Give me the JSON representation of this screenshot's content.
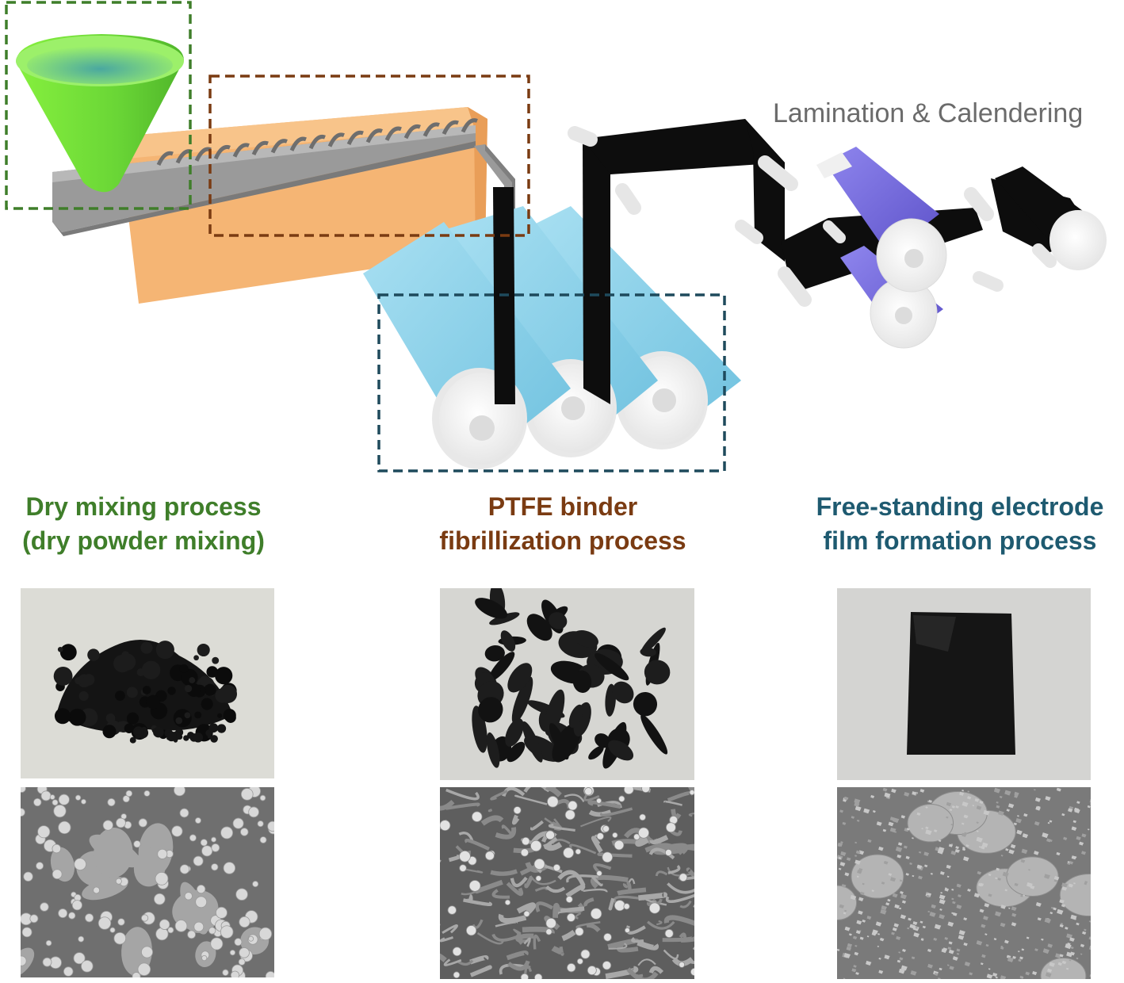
{
  "process_label": "Lamination & Calendering",
  "stages": [
    {
      "line1": "Dry mixing process",
      "line2": "(dry powder mixing)",
      "color": "#3f7e2a"
    },
    {
      "line1": "PTFE binder",
      "line2": "fibrillization process",
      "color": "#7a3b12"
    },
    {
      "line1": "Free-standing electrode",
      "line2": "film formation process",
      "color": "#1e5a70"
    }
  ],
  "colors": {
    "hopper": "#7ee83a",
    "extruder_block": "#f5b574",
    "rollers": "#8fd3ea",
    "laminator_roll": "#7b6fe0",
    "film": "#0d0d0d",
    "box_green": "#3f7e2a",
    "box_brown": "#7a3b12",
    "box_teal": "#1e4a5c"
  },
  "icons": [
    "hopper-icon",
    "screw-extruder-icon",
    "calender-roller-icon",
    "lamination-roller-icon"
  ]
}
